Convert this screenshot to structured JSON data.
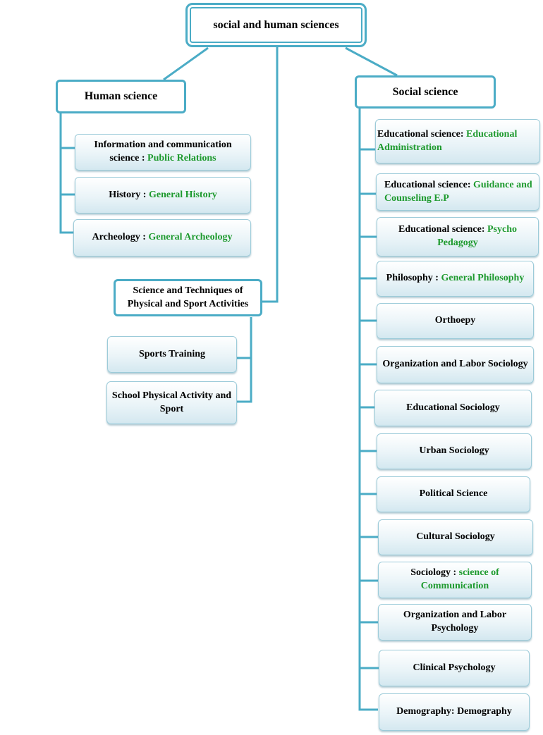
{
  "root": {
    "label": "social and human sciences"
  },
  "human": {
    "label": "Human science",
    "items": [
      {
        "a": "Information and communication science : ",
        "b": "Public Relations"
      },
      {
        "a": "History : ",
        "b": "General History"
      },
      {
        "a": "Archeology : ",
        "b": "General Archeology"
      }
    ]
  },
  "staps": {
    "label": "Science and Techniques of Physical and Sport Activities",
    "items": [
      {
        "a": "Sports Training",
        "b": ""
      },
      {
        "a": "School Physical Activity and Sport",
        "b": ""
      }
    ]
  },
  "social": {
    "label": "Social science",
    "items": [
      {
        "a": "Educational science: ",
        "b": "Educational Administration"
      },
      {
        "a": "Educational science: ",
        "b": "Guidance and Counseling E.P"
      },
      {
        "a": "Educational science: ",
        "b": "Psycho Pedagogy"
      },
      {
        "a": "Philosophy : ",
        "b": "General Philosophy"
      },
      {
        "a": "Orthoepy",
        "b": ""
      },
      {
        "a": "Organization and Labor Sociology",
        "b": ""
      },
      {
        "a": "Educational Sociology",
        "b": ""
      },
      {
        "a": "Urban Sociology",
        "b": ""
      },
      {
        "a": "Political Science",
        "b": ""
      },
      {
        "a": "Cultural Sociology",
        "b": ""
      },
      {
        "a": "Sociology : ",
        "b": "science of Communication"
      },
      {
        "a": "Organization and Labor Psychology",
        "b": ""
      },
      {
        "a": "Clinical Psychology",
        "b": ""
      },
      {
        "a": "Demography: Demography",
        "b": ""
      }
    ]
  },
  "colors": {
    "connector": "#4bacc6",
    "highlight": "#1e9a2e",
    "box_fill": "#eaf4f8"
  }
}
